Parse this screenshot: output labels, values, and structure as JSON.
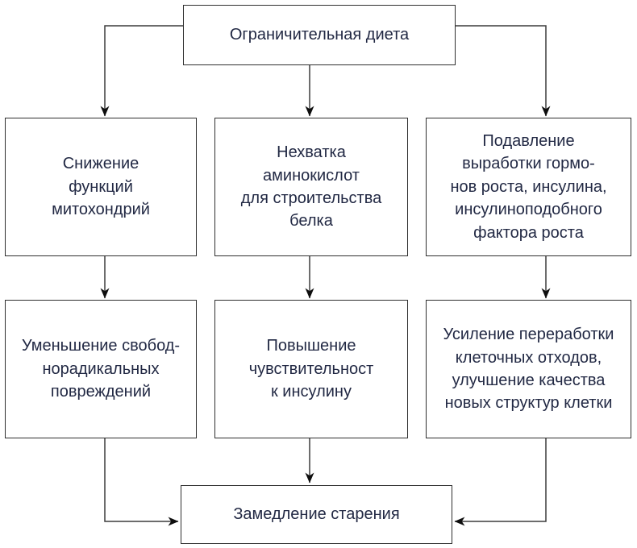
{
  "colors": {
    "background": "#ffffff",
    "box_fill": "#ffffff",
    "box_border": "#2f2f2f",
    "text": "#222944",
    "line": "#3c3c3c",
    "arrowhead": "#0e0e0e"
  },
  "nodes": {
    "root": {
      "lines": [
        "Ограничительная диета"
      ]
    },
    "r2_left": {
      "lines": [
        "Снижение",
        "функций",
        "митохондрий"
      ]
    },
    "r2_mid": {
      "lines": [
        "Нехватка",
        "аминокислот",
        "для строительства",
        "белка"
      ]
    },
    "r2_right": {
      "lines": [
        "Подавление",
        "выработки гормо-",
        "нов роста, инсулина,",
        "инсулиноподобного",
        "фактора роста"
      ]
    },
    "r3_left": {
      "lines": [
        "Уменьшение свобод-",
        "норадикальных",
        "повреждений"
      ]
    },
    "r3_mid": {
      "lines": [
        "Повышение",
        "чувствительност",
        "к инсулину"
      ]
    },
    "r3_right": {
      "lines": [
        "Усиление переработки",
        "клеточных отходов,",
        "улучшение качества",
        "новых структур клетки"
      ]
    },
    "sink": {
      "lines": [
        "Замедление старения"
      ]
    }
  },
  "edges": [
    {
      "from": "root",
      "to": "r2_left"
    },
    {
      "from": "root",
      "to": "r2_mid"
    },
    {
      "from": "root",
      "to": "r2_right"
    },
    {
      "from": "r2_left",
      "to": "r3_left"
    },
    {
      "from": "r2_mid",
      "to": "r3_mid"
    },
    {
      "from": "r2_right",
      "to": "r3_right"
    },
    {
      "from": "r3_left",
      "to": "sink"
    },
    {
      "from": "r3_mid",
      "to": "sink"
    },
    {
      "from": "r3_right",
      "to": "sink"
    }
  ]
}
